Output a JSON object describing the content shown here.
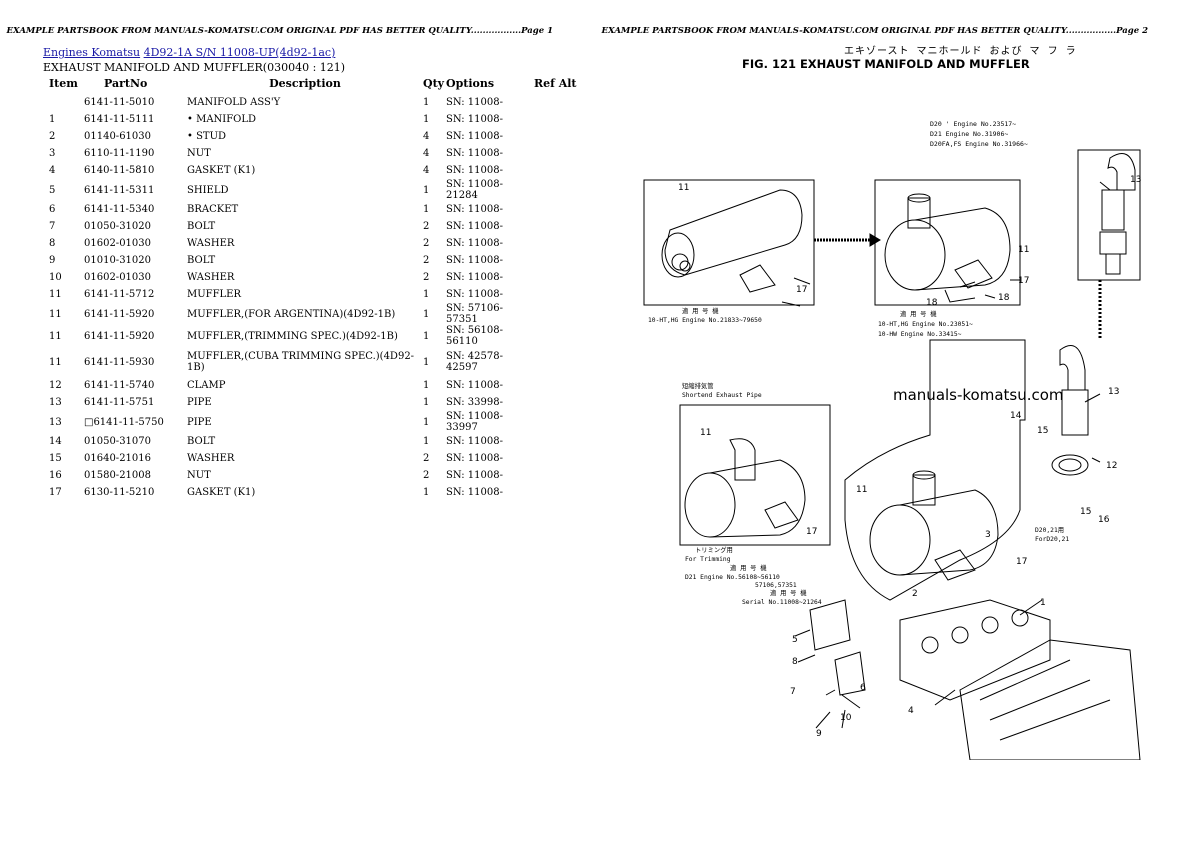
{
  "page1": {
    "header": "EXAMPLE PARTSBOOK FROM MANUALS-KOMATSU.COM ORIGINAL PDF HAS BETTER QUALITY.................Page 1",
    "breadcrumb": {
      "link1": "Engines Komatsu",
      "link2": "4D92-1A S/N 11008-UP(4d92-1ac)"
    },
    "subtitle": "EXHAUST MANIFOLD AND MUFFLER(030040 : 121)",
    "columns": {
      "item": "Item",
      "partno": "PartNo",
      "description": "Description",
      "qty": "Qty",
      "options": "Options",
      "refalt": "Ref Alt"
    },
    "rows": [
      {
        "item": "",
        "partno": "6141-11-5010",
        "description": "MANIFOLD ASS'Y",
        "qty": "1",
        "options": "SN: 11008-"
      },
      {
        "item": "1",
        "partno": "6141-11-5111",
        "description": "• MANIFOLD",
        "qty": "1",
        "options": "SN: 11008-"
      },
      {
        "item": "2",
        "partno": "01140-61030",
        "description": "• STUD",
        "qty": "4",
        "options": "SN: 11008-"
      },
      {
        "item": "3",
        "partno": "6110-11-1190",
        "description": "NUT",
        "qty": "4",
        "options": "SN: 11008-"
      },
      {
        "item": "4",
        "partno": "6140-11-5810",
        "description": "GASKET (K1)",
        "qty": "4",
        "options": "SN: 11008-"
      },
      {
        "item": "5",
        "partno": "6141-11-5311",
        "description": "SHIELD",
        "qty": "1",
        "options": "SN: 11008-21284"
      },
      {
        "item": "6",
        "partno": "6141-11-5340",
        "description": "BRACKET",
        "qty": "1",
        "options": "SN: 11008-"
      },
      {
        "item": "7",
        "partno": "01050-31020",
        "description": "BOLT",
        "qty": "2",
        "options": "SN: 11008-"
      },
      {
        "item": "8",
        "partno": "01602-01030",
        "description": "WASHER",
        "qty": "2",
        "options": "SN: 11008-"
      },
      {
        "item": "9",
        "partno": "01010-31020",
        "description": "BOLT",
        "qty": "2",
        "options": "SN: 11008-"
      },
      {
        "item": "10",
        "partno": "01602-01030",
        "description": "WASHER",
        "qty": "2",
        "options": "SN: 11008-"
      },
      {
        "item": "11",
        "partno": "6141-11-5712",
        "description": "MUFFLER",
        "qty": "1",
        "options": "SN: 11008-"
      },
      {
        "item": "11",
        "partno": "6141-11-5920",
        "description": "MUFFLER,(FOR ARGENTINA)(4D92-1B)",
        "qty": "1",
        "options": "SN: 57106-57351"
      },
      {
        "item": "11",
        "partno": "6141-11-5920",
        "description": "MUFFLER,(TRIMMING SPEC.)(4D92-1B)",
        "qty": "1",
        "options": "SN: 56108-56110"
      },
      {
        "item": "11",
        "partno": "6141-11-5930",
        "description": "MUFFLER,(CUBA TRIMMING SPEC.)(4D92-1B)",
        "qty": "1",
        "options": "SN: 42578-42597"
      },
      {
        "item": "12",
        "partno": "6141-11-5740",
        "description": "CLAMP",
        "qty": "1",
        "options": "SN: 11008-"
      },
      {
        "item": "13",
        "partno": "6141-11-5751",
        "description": "PIPE",
        "qty": "1",
        "options": "SN: 33998-"
      },
      {
        "item": "13",
        "partno": "□6141-11-5750",
        "description": "PIPE",
        "qty": "1",
        "options": "SN: 11008-33997"
      },
      {
        "item": "14",
        "partno": "01050-31070",
        "description": "BOLT",
        "qty": "1",
        "options": "SN: 11008-"
      },
      {
        "item": "15",
        "partno": "01640-21016",
        "description": "WASHER",
        "qty": "2",
        "options": "SN: 11008-"
      },
      {
        "item": "16",
        "partno": "01580-21008",
        "description": "NUT",
        "qty": "2",
        "options": "SN: 11008-"
      },
      {
        "item": "17",
        "partno": "6130-11-5210",
        "description": "GASKET (K1)",
        "qty": "1",
        "options": "SN: 11008-"
      }
    ]
  },
  "page2": {
    "header": "EXAMPLE PARTSBOOK FROM MANUALS-KOMATSU.COM ORIGINAL PDF HAS BETTER QUALITY.................Page 2",
    "title_jp": "エキゾースト マニホールド および マ フ ラ",
    "title": "FIG. 121  EXHAUST MANIFOLD AND MUFFLER",
    "watermark": "manuals-komatsu.com",
    "engine_note": [
      "D20 ' Engine No.23517~",
      "D21   Engine No.31906~",
      "D20FA,FS Engine No.31966~"
    ],
    "box1_caption": [
      "適 用 号 機",
      "10-HT,HG Engine No.21833~79650"
    ],
    "box2_caption": [
      "適 用 号 機",
      "10-HT,HG Engine No.23051~",
      "10-HW    Engine No.33415~"
    ],
    "box3_top": [
      "短縮排気管",
      "Shortend Exhaust Pipe"
    ],
    "box3_caption": [
      "トリミング用",
      "For Trimming",
      "適 用 号 機",
      "D21 Engine No.56108~56110",
      "57106,57351",
      "適 用 号 機",
      "Serial No.11008~21264"
    ],
    "side_note": [
      "D20,21用",
      "ForD20,21"
    ],
    "callouts": [
      "1",
      "2",
      "3",
      "4",
      "5",
      "6",
      "7",
      "8",
      "9",
      "10",
      "11",
      "12",
      "13",
      "14",
      "15",
      "16",
      "17",
      "18"
    ]
  }
}
